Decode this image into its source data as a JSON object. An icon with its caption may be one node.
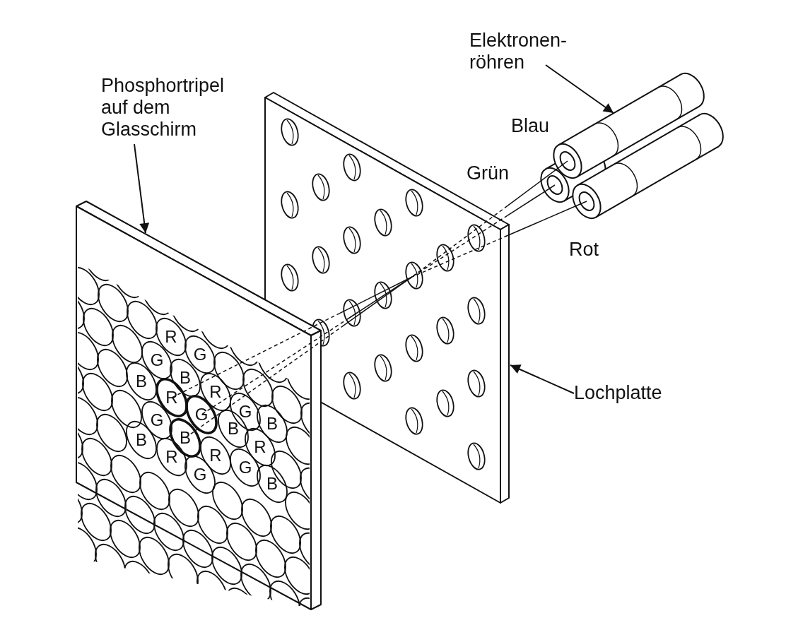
{
  "diagram": {
    "nodes": [
      {
        "text": [
          "Phosphortripel auf dem Glasschirm"
        ]
      },
      {
        "text": [],
        "shape": "box"
      },
      {
        "text": [
          "Elektronen- röhren"
        ]
      },
      {
        "text": [],
        "shape": "cylinder"
      },
      {
        "text": [
          "Lochplatte"
        ]
      },
      {
        "text": [],
        "shape": "box"
      }
    ],
    "edges": [
      {
        "from": 0,
        "to": 1,
        "arrow": "to"
      },
      {
        "from": 2,
        "to": 3,
        "arrow": "to"
      },
      {
        "from": 4,
        "to": 5,
        "arrow": "to"
      }
    ],
    "labels": [
      "Blau",
      "Grün",
      "Rot",
      "R",
      "G",
      "G",
      "B",
      "B",
      "R",
      "R",
      "G",
      "G",
      "G",
      "B",
      "B",
      "B",
      "B",
      "R",
      "R",
      "R",
      "G",
      "G",
      "B"
    ]
  }
}
